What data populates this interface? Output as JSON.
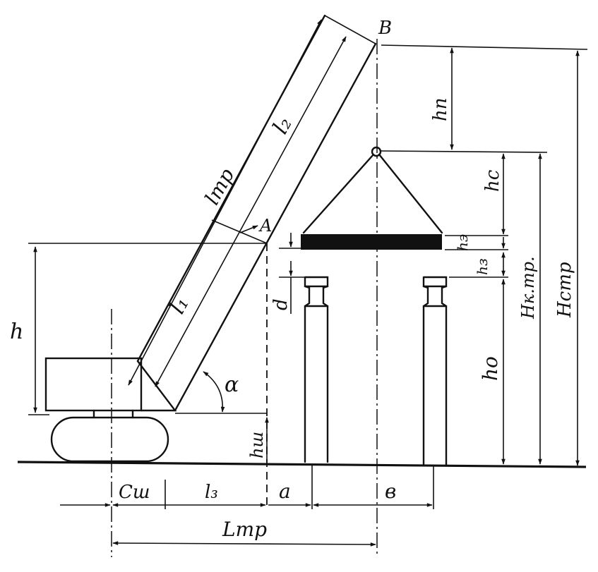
{
  "labels": {
    "point_b": "B",
    "point_a": "A",
    "l2": "l₂",
    "l_tr": "lтр",
    "l1": "l₁",
    "alpha": "α",
    "h": "h",
    "d": "d",
    "h_sh": "hш",
    "h_p": "hп",
    "h_s": "hс",
    "h_e": "hэ",
    "h_z": "hз",
    "h_o": "hо",
    "h_k_tr": "Нк.тр.",
    "h_str": "Нстр",
    "c_sh": "Сш",
    "l3": "l₃",
    "a": "а",
    "b": "в",
    "L_tr": "Lтр"
  }
}
